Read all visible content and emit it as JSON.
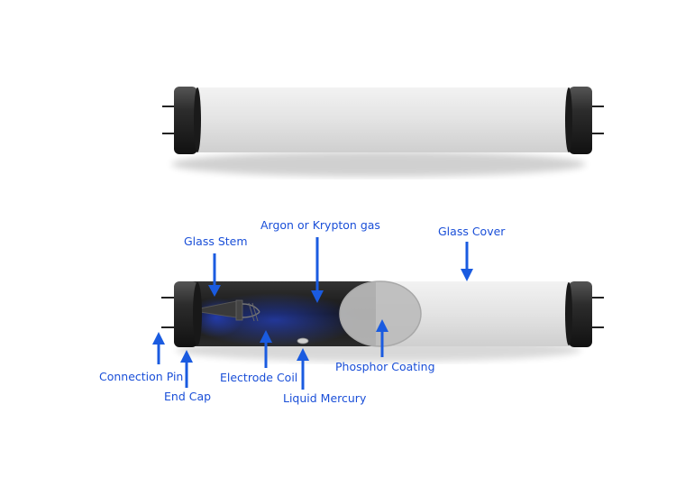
{
  "labels": {
    "glass_stem": "Glass Stem",
    "argon_gas": "Argon or Krypton gas",
    "glass_cover": "Glass Cover",
    "connection_pin": "Connection Pin",
    "end_cap": "End Cap",
    "electrode_coil": "Electrode Coil",
    "liquid_mercury": "Liquid Mercury",
    "phosphor_coating": "Phosphor Coating"
  },
  "colors": {
    "label_text": "#1a4fd8",
    "arrow": "#1a5be0",
    "tube": "#e2e2e2",
    "cap": "#2a2a2a"
  }
}
